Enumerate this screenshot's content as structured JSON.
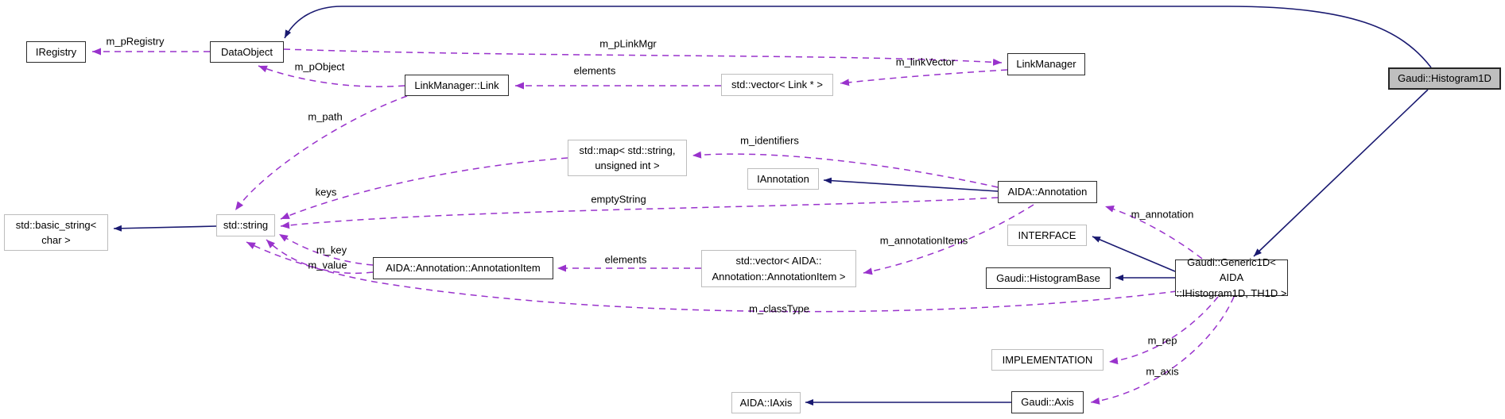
{
  "diagram": {
    "type": "doxygen-collaboration-graph",
    "selected_class": "Gaudi::Histogram1D"
  },
  "colors": {
    "inheritance_edge": "#191970",
    "usage_edge": "#9932cc",
    "node_border": "#2b2b2b",
    "external_node_border": "#bdbdbd",
    "selected_node_fill": "#bfbfbf",
    "background": "#ffffff"
  },
  "nodes": {
    "iregistry": {
      "label": "IRegistry"
    },
    "dataobject": {
      "label": "DataObject"
    },
    "linkmanager_link": {
      "label": "LinkManager::Link"
    },
    "vector_link": {
      "label": "std::vector< Link * >"
    },
    "linkmanager": {
      "label": "LinkManager"
    },
    "histogram1d": {
      "label": "Gaudi::Histogram1D"
    },
    "map_string_uint": {
      "label": "std::map< std::string,\nunsigned int >"
    },
    "iannotation": {
      "label": "IAnnotation"
    },
    "annotation": {
      "label": "AIDA::Annotation"
    },
    "basic_string": {
      "label": "std::basic_string<\nchar >"
    },
    "string": {
      "label": "std::string"
    },
    "annotationitem": {
      "label": "AIDA::Annotation::AnnotationItem"
    },
    "vector_annotationitem": {
      "label": "std::vector< AIDA::\nAnnotation::AnnotationItem >"
    },
    "interface": {
      "label": "INTERFACE"
    },
    "histogrambase": {
      "label": "Gaudi::HistogramBase"
    },
    "generic1d": {
      "label": "Gaudi::Generic1D< AIDA\n::IHistogram1D, TH1D >"
    },
    "implementation": {
      "label": "IMPLEMENTATION"
    },
    "axis": {
      "label": "Gaudi::Axis"
    },
    "iaxis": {
      "label": "AIDA::IAxis"
    }
  },
  "edge_labels": {
    "m_pRegistry": "m_pRegistry",
    "m_pLinkMgr": "m_pLinkMgr",
    "m_pObject": "m_pObject",
    "m_linkVector": "m_linkVector",
    "elements_links": "elements",
    "m_path": "m_path",
    "m_identifiers": "m_identifiers",
    "keys": "keys",
    "emptyString": "emptyString",
    "m_key": "m_key",
    "m_value": "m_value",
    "elements_items": "elements",
    "m_annotationItems": "m_annotationItems",
    "m_annotation": "m_annotation",
    "m_classType": "m_classType",
    "m_rep": "m_rep",
    "m_axis": "m_axis"
  }
}
